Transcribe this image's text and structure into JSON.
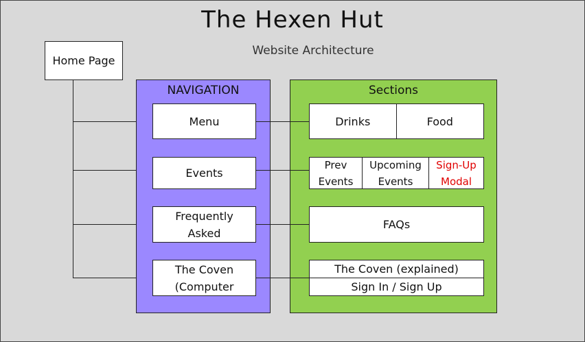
{
  "diagram": {
    "title": "The Hexen Hut",
    "subtitle": "Website Architecture",
    "home_page": "Home Page",
    "navigation": {
      "title": "NAVIGATION",
      "color": "#9b88ff",
      "items": [
        "Menu",
        "Events",
        "Frequently Asked",
        "The Coven (Computer"
      ]
    },
    "sections": {
      "title": "Sections",
      "color": "#92d050",
      "menu_row": [
        "Drinks",
        "Food"
      ],
      "events_row": [
        "Prev Events",
        "Upcoming Events",
        "Sign-Up Modal"
      ],
      "faq_row": "FAQs",
      "coven_rows": [
        "The Coven (explained)",
        "Sign In / Sign Up"
      ]
    },
    "highlight_color": "#e00000"
  }
}
